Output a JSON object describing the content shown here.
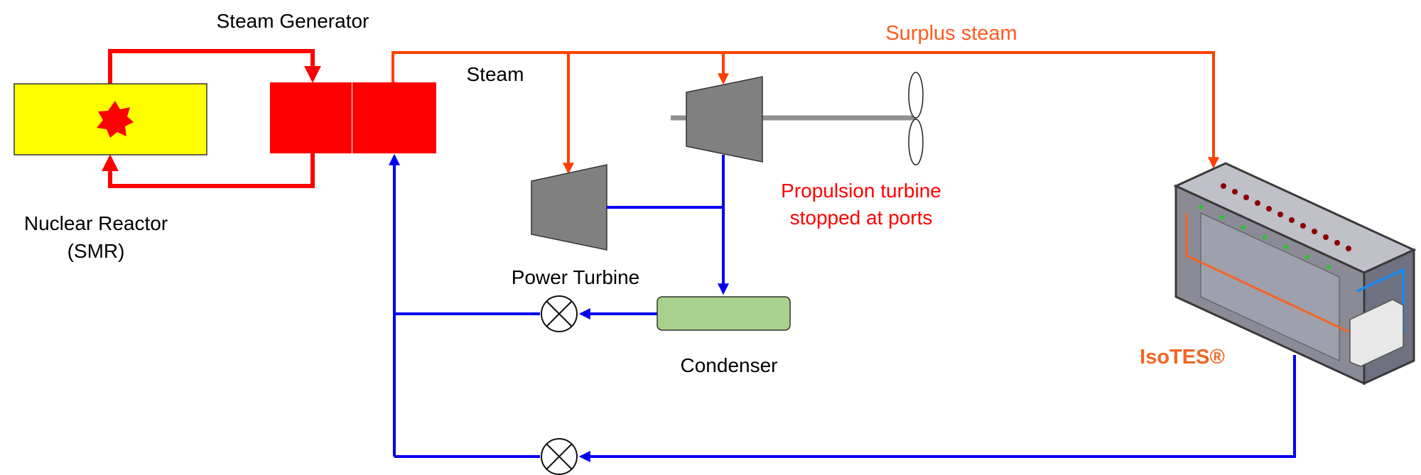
{
  "labels": {
    "steam_generator": "Steam Generator",
    "steam": "Steam",
    "surplus_steam": "Surplus steam",
    "nuclear_reactor_line1": "Nuclear Reactor",
    "nuclear_reactor_line2": "(SMR)",
    "propulsion_line1": "Propulsion turbine",
    "propulsion_line2": "stopped at ports",
    "power_turbine": "Power Turbine",
    "condenser": "Condenser",
    "isotes": "IsoTES®"
  },
  "colors": {
    "primary_loop": "#ff0000",
    "steam_line": "#ff4000",
    "water_line": "#0000ee",
    "reactor_fill": "#ffff00",
    "turbine_fill": "#808080",
    "condenser_fill": "#a9d18e",
    "surplus_text": "#ff5a1f",
    "propulsion_text": "#ff0000",
    "isotes_text": "#f26522"
  }
}
